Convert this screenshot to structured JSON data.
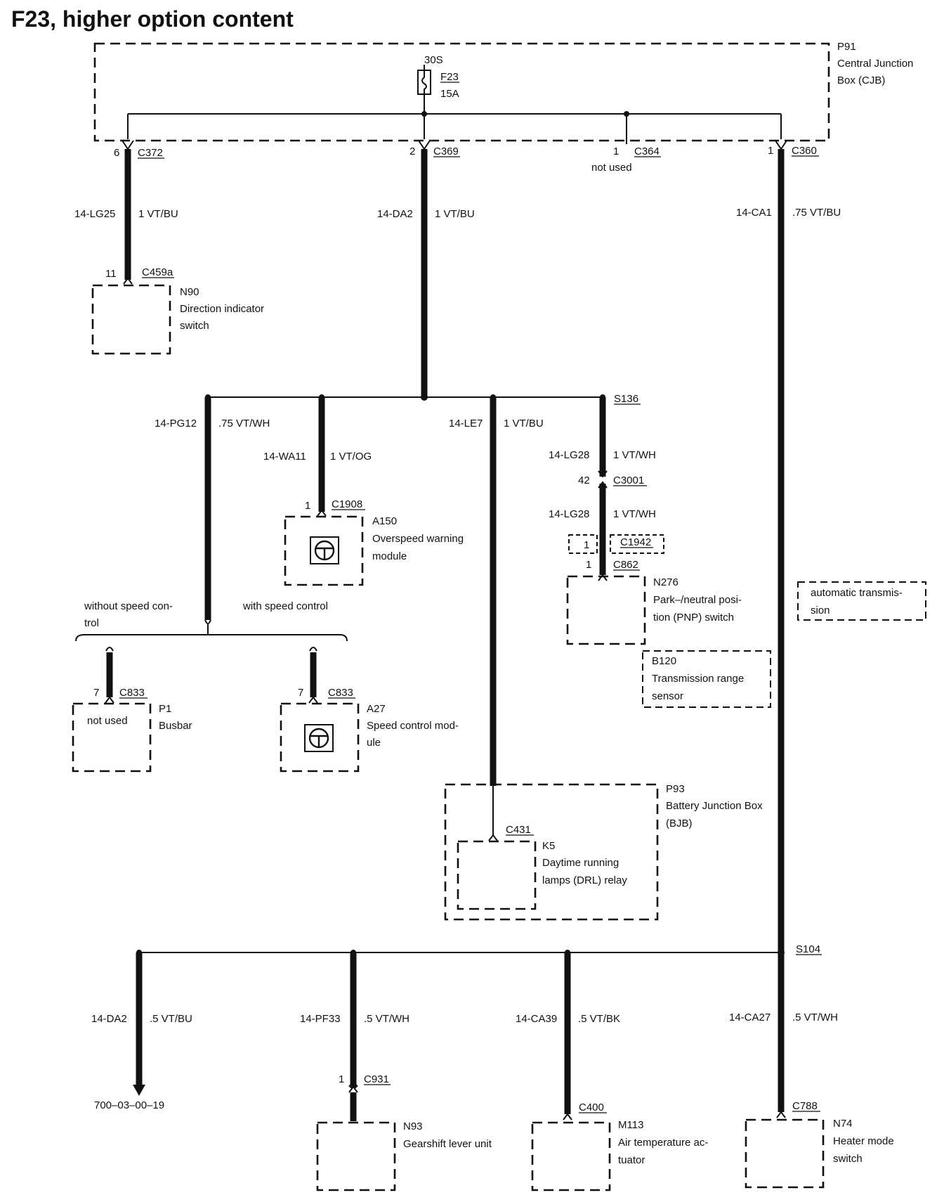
{
  "title": "F23, higher option content",
  "cjb": {
    "ref": "P91",
    "l1": "Central Junction",
    "l2": "Box (CJB)",
    "feed": "30S",
    "fuse": "F23",
    "rating": "15A"
  },
  "connectors": {
    "c372": {
      "pin": "6",
      "id": "C372"
    },
    "c369": {
      "pin": "2",
      "id": "C369"
    },
    "c364": {
      "pin": "1",
      "id": "C364",
      "note": "not used"
    },
    "c360": {
      "pin": "1",
      "id": "C360"
    },
    "c459a": {
      "pin": "11",
      "id": "C459a"
    },
    "c1908": {
      "pin": "1",
      "id": "C1908"
    },
    "c3001": {
      "pin": "42",
      "id": "C3001"
    },
    "c1942": {
      "pin": "1",
      "id": "C1942"
    },
    "c862": {
      "pin": "1",
      "id": "C862"
    },
    "c833a": {
      "pin": "7",
      "id": "C833"
    },
    "c833b": {
      "pin": "7",
      "id": "C833"
    },
    "c431": {
      "id": "C431"
    },
    "c931": {
      "pin": "1",
      "id": "C931"
    },
    "c400": {
      "id": "C400"
    },
    "c788": {
      "id": "C788"
    }
  },
  "splices": {
    "s136": "S136",
    "s104": "S104"
  },
  "wires": {
    "lg25": {
      "circuit": "14-LG25",
      "spec": "1 VT/BU"
    },
    "da2": {
      "circuit": "14-DA2",
      "spec": "1 VT/BU"
    },
    "ca1": {
      "circuit": "14-CA1",
      "spec": ".75 VT/BU"
    },
    "pg12": {
      "circuit": "14-PG12",
      "spec": ".75 VT/WH"
    },
    "wa11": {
      "circuit": "14-WA11",
      "spec": "1 VT/OG"
    },
    "le7": {
      "circuit": "14-LE7",
      "spec": "1 VT/BU"
    },
    "lg28a": {
      "circuit": "14-LG28",
      "spec": "1 VT/WH"
    },
    "lg28b": {
      "circuit": "14-LG28",
      "spec": "1 VT/WH"
    },
    "da2b": {
      "circuit": "14-DA2",
      "spec": ".5 VT/BU"
    },
    "pf33": {
      "circuit": "14-PF33",
      "spec": ".5 VT/WH"
    },
    "ca39": {
      "circuit": "14-CA39",
      "spec": ".5 VT/BK"
    },
    "ca27": {
      "circuit": "14-CA27",
      "spec": ".5 VT/WH"
    }
  },
  "components": {
    "n90": {
      "ref": "N90",
      "l1": "Direction indicator",
      "l2": "switch"
    },
    "a150": {
      "ref": "A150",
      "l1": "Overspeed warning",
      "l2": "module"
    },
    "n276": {
      "ref": "N276",
      "l1": "Park–/neutral posi-",
      "l2": "tion (PNP) switch"
    },
    "b120": {
      "ref": "B120",
      "l1": "Transmission range",
      "l2": "sensor"
    },
    "p1": {
      "ref": "P1",
      "l1": "Busbar",
      "inner": "not used"
    },
    "a27": {
      "ref": "A27",
      "l1": "Speed control mod-",
      "l2": "ule"
    },
    "p93": {
      "ref": "P93",
      "l1": "Battery Junction Box",
      "l2": "(BJB)"
    },
    "k5": {
      "ref": "K5",
      "l1": "Daytime running",
      "l2": "lamps (DRL) relay"
    },
    "n93": {
      "ref": "N93",
      "l1": "Gearshift lever unit"
    },
    "m113": {
      "ref": "M113",
      "l1": "Air temperature ac-",
      "l2": "tuator"
    },
    "n74": {
      "ref": "N74",
      "l1": "Heater mode",
      "l2": "switch"
    }
  },
  "notes": {
    "without_sc_1": "without speed con-",
    "without_sc_2": "trol",
    "with_sc": "with speed control",
    "auto_trans_1": "automatic transmis-",
    "auto_trans_2": "sion",
    "ref_page": "700–03–00–19"
  }
}
